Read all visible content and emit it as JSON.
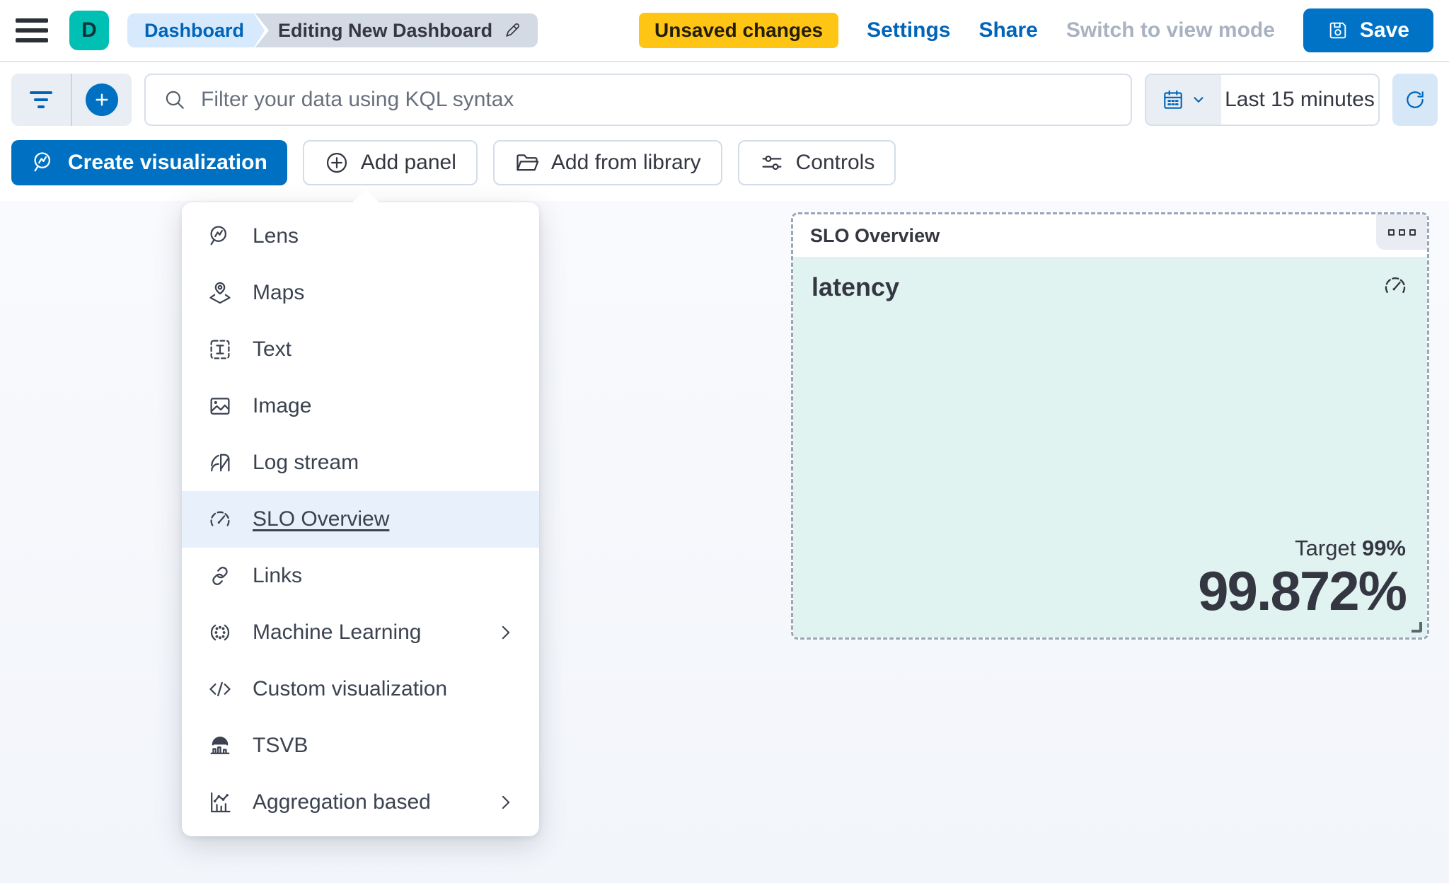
{
  "header": {
    "avatar_letter": "D",
    "breadcrumb_dashboard": "Dashboard",
    "breadcrumb_current": "Editing New Dashboard",
    "unsaved_badge": "Unsaved changes",
    "settings": "Settings",
    "share": "Share",
    "switch_view": "Switch to view mode",
    "save": "Save"
  },
  "querybar": {
    "placeholder": "Filter your data using KQL syntax",
    "time_range": "Last 15 minutes"
  },
  "toolbar": {
    "create_visualization": "Create visualization",
    "add_panel": "Add panel",
    "add_from_library": "Add from library",
    "controls": "Controls"
  },
  "add_panel_menu": {
    "items": [
      {
        "label": "Lens",
        "icon": "lens-icon"
      },
      {
        "label": "Maps",
        "icon": "maps-icon"
      },
      {
        "label": "Text",
        "icon": "text-icon"
      },
      {
        "label": "Image",
        "icon": "image-icon"
      },
      {
        "label": "Log stream",
        "icon": "log-stream-icon"
      },
      {
        "label": "SLO Overview",
        "icon": "gauge-icon",
        "highlighted": true
      },
      {
        "label": "Links",
        "icon": "link-icon"
      },
      {
        "label": "Machine Learning",
        "icon": "machine-learning-icon",
        "has_submenu": true
      },
      {
        "label": "Custom visualization",
        "icon": "code-icon"
      },
      {
        "label": "TSVB",
        "icon": "tsvb-icon"
      },
      {
        "label": "Aggregation based",
        "icon": "aggregation-icon",
        "has_submenu": true
      }
    ]
  },
  "slo_panel": {
    "header_title": "SLO Overview",
    "metric_title": "latency",
    "target_label": "Target",
    "target_value": "99%",
    "metric_value": "99.872%"
  },
  "colors": {
    "primary": "#0071C2",
    "accent_teal": "#00BFB3",
    "warning_yellow": "#FEC514",
    "panel_mint": "#E1F3F0",
    "menu_highlight": "#E7F0FB",
    "link_blue": "#0064B8",
    "text_dark": "#343741",
    "muted_gray": "#A9B2C1"
  }
}
